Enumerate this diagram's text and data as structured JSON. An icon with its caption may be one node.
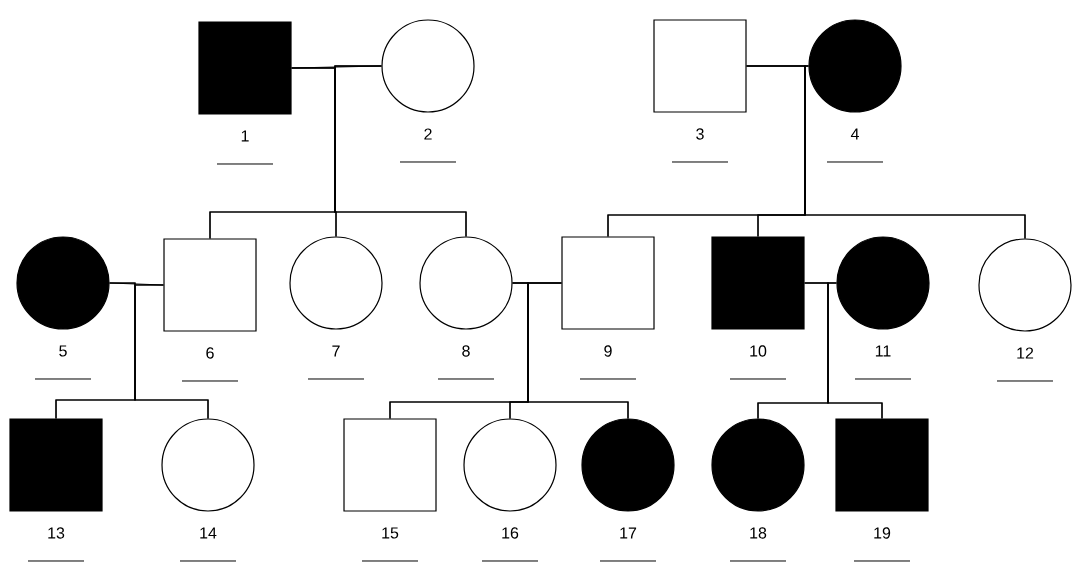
{
  "diagram": {
    "nodes": [
      {
        "text": [],
        "shape": "filled-box",
        "beside": [
          "1"
        ]
      },
      {
        "text": [],
        "shape": "circle",
        "beside": [
          "2"
        ]
      },
      {
        "text": [],
        "shape": "box",
        "beside": [
          "3"
        ]
      },
      {
        "text": [],
        "shape": "filled-circle",
        "beside": [
          "4"
        ]
      },
      {
        "text": [],
        "shape": "filled-circle",
        "beside": [
          "5"
        ]
      },
      {
        "text": [],
        "shape": "box",
        "beside": [
          "6"
        ]
      },
      {
        "text": [],
        "shape": "circle",
        "beside": [
          "7"
        ]
      },
      {
        "text": [],
        "shape": "circle",
        "beside": [
          "8"
        ]
      },
      {
        "text": [],
        "shape": "box",
        "beside": [
          "9"
        ]
      },
      {
        "text": [],
        "shape": "filled-box",
        "beside": [
          "10"
        ]
      },
      {
        "text": [],
        "shape": "filled-circle",
        "beside": [
          "11"
        ]
      },
      {
        "text": [],
        "shape": "circle",
        "beside": [
          "12"
        ]
      },
      {
        "text": [],
        "shape": "filled-box",
        "beside": [
          "13"
        ]
      },
      {
        "text": [],
        "shape": "circle",
        "beside": [
          "14"
        ]
      },
      {
        "text": [],
        "shape": "box",
        "beside": [
          "15"
        ]
      },
      {
        "text": [],
        "shape": "circle",
        "beside": [
          "16"
        ]
      },
      {
        "text": [],
        "shape": "filled-circle",
        "beside": [
          "17"
        ]
      },
      {
        "text": [],
        "shape": "filled-circle",
        "beside": [
          "18"
        ]
      },
      {
        "text": [],
        "shape": "filled-box",
        "beside": [
          "19"
        ]
      }
    ],
    "edges": [
      {
        "from": 0,
        "to": 1,
        "arrow": "none"
      },
      {
        "from": 2,
        "to": 3,
        "arrow": "none"
      },
      {
        "from": 4,
        "to": 5,
        "arrow": "none"
      },
      {
        "from": 7,
        "to": 8,
        "arrow": "none"
      },
      {
        "from": 9,
        "to": 10,
        "arrow": "none"
      },
      {
        "from": 0,
        "to": 5,
        "arrow": "none"
      },
      {
        "from": 0,
        "to": 6,
        "arrow": "none"
      },
      {
        "from": 0,
        "to": 7,
        "arrow": "none"
      },
      {
        "from": 1,
        "to": 5,
        "arrow": "none"
      },
      {
        "from": 1,
        "to": 6,
        "arrow": "none"
      },
      {
        "from": 1,
        "to": 7,
        "arrow": "none"
      },
      {
        "from": 2,
        "to": 8,
        "arrow": "none"
      },
      {
        "from": 2,
        "to": 9,
        "arrow": "none"
      },
      {
        "from": 2,
        "to": 11,
        "arrow": "none"
      },
      {
        "from": 3,
        "to": 8,
        "arrow": "none"
      },
      {
        "from": 3,
        "to": 9,
        "arrow": "none"
      },
      {
        "from": 3,
        "to": 11,
        "arrow": "none"
      },
      {
        "from": 4,
        "to": 12,
        "arrow": "none"
      },
      {
        "from": 4,
        "to": 13,
        "arrow": "none"
      },
      {
        "from": 5,
        "to": 12,
        "arrow": "none"
      },
      {
        "from": 5,
        "to": 13,
        "arrow": "none"
      },
      {
        "from": 7,
        "to": 14,
        "arrow": "none"
      },
      {
        "from": 7,
        "to": 15,
        "arrow": "none"
      },
      {
        "from": 7,
        "to": 16,
        "arrow": "none"
      },
      {
        "from": 8,
        "to": 14,
        "arrow": "none"
      },
      {
        "from": 8,
        "to": 15,
        "arrow": "none"
      },
      {
        "from": 8,
        "to": 16,
        "arrow": "none"
      },
      {
        "from": 9,
        "to": 17,
        "arrow": "none"
      },
      {
        "from": 9,
        "to": 18,
        "arrow": "none"
      },
      {
        "from": 10,
        "to": 17,
        "arrow": "none"
      },
      {
        "from": 10,
        "to": 18,
        "arrow": "none"
      }
    ]
  }
}
